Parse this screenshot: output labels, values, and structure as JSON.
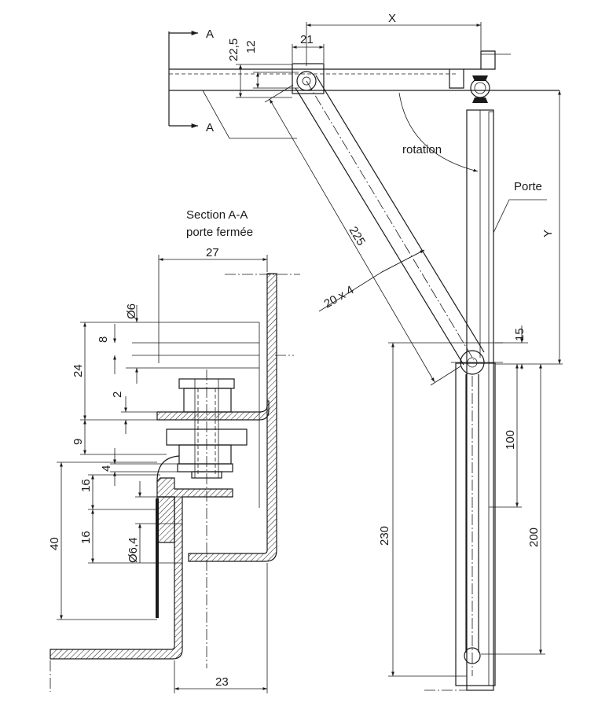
{
  "section": {
    "title": "Section A-A",
    "subtitle": "porte fermée",
    "marker": "A"
  },
  "labels": {
    "rotation": "rotation",
    "porte": "Porte",
    "bar": "20 x 4"
  },
  "dims": {
    "x": "X",
    "y": "Y",
    "d21": "21",
    "d22_5": "22,5",
    "d12": "12",
    "d225": "225",
    "d15": "15",
    "d100": "100",
    "d200": "200",
    "d230": "230",
    "d27": "27",
    "d6": "Ø6",
    "d8": "8",
    "d24": "24",
    "d2": "2",
    "d9": "9",
    "d4": "4",
    "d16a": "16",
    "d16b": "16",
    "d40": "40",
    "d6_4": "Ø6,4",
    "d23": "23"
  }
}
